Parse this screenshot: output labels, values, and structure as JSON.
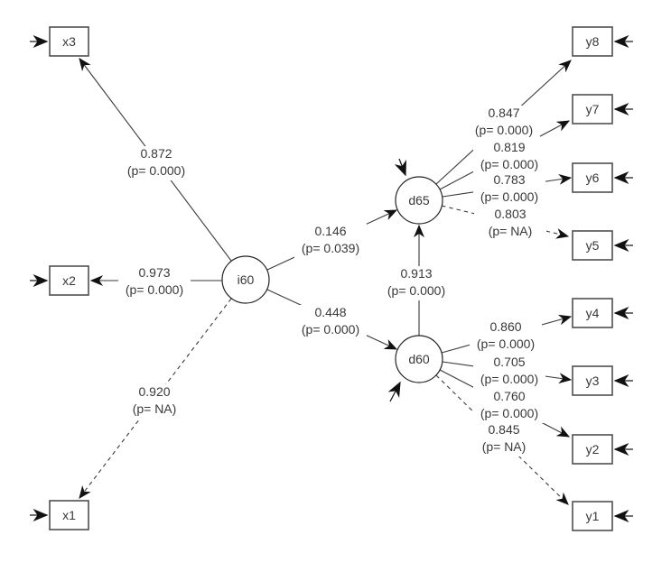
{
  "diagram": {
    "type": "sem-path-diagram",
    "colors": {
      "background": "#ffffff",
      "edge_line": "#3a3a3a",
      "arrowhead": "#111111",
      "box_border": "#4f4f4f",
      "node_fill": "#ffffff",
      "text": "#383838"
    },
    "latent_nodes": [
      {
        "label": "i60"
      },
      {
        "label": "d65"
      },
      {
        "label": "d60"
      }
    ],
    "manifest_nodes": [
      {
        "label": "x3"
      },
      {
        "label": "x2"
      },
      {
        "label": "x1"
      },
      {
        "label": "y8"
      },
      {
        "label": "y7"
      },
      {
        "label": "y6"
      },
      {
        "label": "y5"
      },
      {
        "label": "y4"
      },
      {
        "label": "y3"
      },
      {
        "label": "y2"
      },
      {
        "label": "y1"
      }
    ],
    "edges": [
      {
        "from": "i60",
        "to": "x3",
        "value": "0.872",
        "p": "(p= 0.000)",
        "style": "solid"
      },
      {
        "from": "i60",
        "to": "x2",
        "value": "0.973",
        "p": "(p= 0.000)",
        "style": "solid"
      },
      {
        "from": "i60",
        "to": "x1",
        "value": "0.920",
        "p": "(p= NA)",
        "style": "dashed"
      },
      {
        "from": "i60",
        "to": "d65",
        "value": "0.146",
        "p": "(p= 0.039)",
        "style": "solid"
      },
      {
        "from": "i60",
        "to": "d60",
        "value": "0.448",
        "p": "(p= 0.000)",
        "style": "solid"
      },
      {
        "from": "d60",
        "to": "d65",
        "value": "0.913",
        "p": "(p= 0.000)",
        "style": "solid"
      },
      {
        "from": "d65",
        "to": "y8",
        "value": "0.847",
        "p": "(p= 0.000)",
        "style": "solid"
      },
      {
        "from": "d65",
        "to": "y7",
        "value": "0.819",
        "p": "(p= 0.000)",
        "style": "solid"
      },
      {
        "from": "d65",
        "to": "y6",
        "value": "0.783",
        "p": "(p= 0.000)",
        "style": "solid"
      },
      {
        "from": "d65",
        "to": "y5",
        "value": "0.803",
        "p": "(p= NA)",
        "style": "dashed"
      },
      {
        "from": "d60",
        "to": "y4",
        "value": "0.860",
        "p": "(p= 0.000)",
        "style": "solid"
      },
      {
        "from": "d60",
        "to": "y3",
        "value": "0.705",
        "p": "(p= 0.000)",
        "style": "solid"
      },
      {
        "from": "d60",
        "to": "y2",
        "value": "0.760",
        "p": "(p= 0.000)",
        "style": "solid"
      },
      {
        "from": "d60",
        "to": "y1",
        "value": "0.845",
        "p": "(p= NA)",
        "style": "dashed"
      }
    ]
  }
}
